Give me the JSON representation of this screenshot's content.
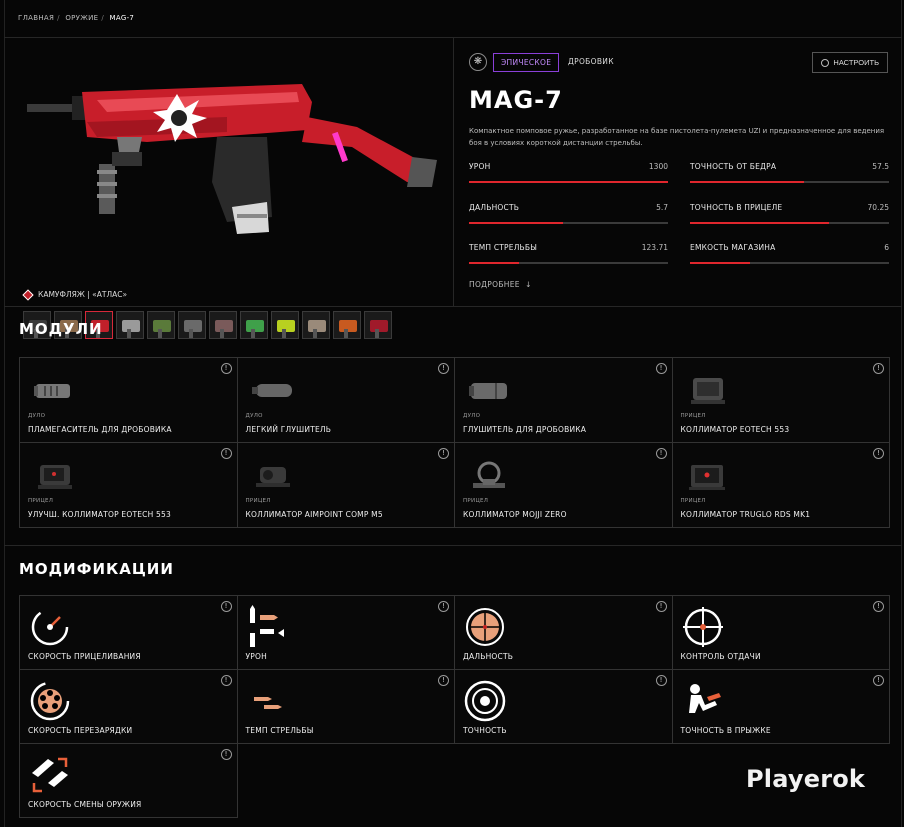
{
  "breadcrumb": [
    "ГЛАВНАЯ",
    "ОРУЖИЕ",
    "MAG-7"
  ],
  "weapon": {
    "rarity": "ЭПИЧЕСКОЕ",
    "class": "ДРОБОВИК",
    "configure_label": "НАСТРОИТЬ",
    "name": "MAG-7",
    "description": "Компактное помповое ружье, разработанное на базе пистолета-пулемета UZI и предназначенное для ведения боя в условиях короткой дистанции стрельбы.",
    "camo_label": "КАМУФЛЯЖ | «АТЛАС»",
    "more_label": "ПОДРОБНЕЕ",
    "stats": [
      {
        "label": "УРОН",
        "value": "1300",
        "fill": 1.0
      },
      {
        "label": "ТОЧНОСТЬ ОТ БЕДРА",
        "value": "57.5",
        "fill": 0.575
      },
      {
        "label": "ДАЛЬНОСТЬ",
        "value": "5.7",
        "fill": 0.47
      },
      {
        "label": "ТОЧНОСТЬ В ПРИЦЕЛЕ",
        "value": "70.25",
        "fill": 0.7
      },
      {
        "label": "ТЕМП СТРЕЛЬБЫ",
        "value": "123.71",
        "fill": 0.25
      },
      {
        "label": "ЕМКОСТЬ МАГАЗИНА",
        "value": "6",
        "fill": 0.3
      }
    ],
    "camos": [
      {
        "color": "#3a3a3a",
        "selected": false
      },
      {
        "color": "#8b6a4a",
        "selected": false
      },
      {
        "color": "#c0202a",
        "selected": true
      },
      {
        "color": "#9a9a9a",
        "selected": false
      },
      {
        "color": "#5a7a3a",
        "selected": false
      },
      {
        "color": "#6a6a6a",
        "selected": false
      },
      {
        "color": "#7a5a5a",
        "selected": false
      },
      {
        "color": "#3fa04a",
        "selected": false
      },
      {
        "color": "#b8d020",
        "selected": false
      },
      {
        "color": "#9a8a7a",
        "selected": false
      },
      {
        "color": "#c85a20",
        "selected": false
      },
      {
        "color": "#a01a2a",
        "selected": false
      }
    ]
  },
  "modules": {
    "title": "МОДУЛИ",
    "items": [
      {
        "category": "ДУЛО",
        "name": "ПЛАМЕГАСИТЕЛЬ ДЛЯ ДРОБОВИКА"
      },
      {
        "category": "ДУЛО",
        "name": "ЛЕГКИЙ ГЛУШИТЕЛЬ"
      },
      {
        "category": "ДУЛО",
        "name": "ГЛУШИТЕЛЬ ДЛЯ ДРОБОВИКА"
      },
      {
        "category": "ПРИЦЕЛ",
        "name": "КОЛЛИМАТОР EOTECH 553"
      },
      {
        "category": "ПРИЦЕЛ",
        "name": "УЛУЧШ. КОЛЛИМАТОР EOTECH 553"
      },
      {
        "category": "ПРИЦЕЛ",
        "name": "КОЛЛИМАТОР AIMPOINT COMP M5"
      },
      {
        "category": "ПРИЦЕЛ",
        "name": "КОЛЛИМАТОР MOJJI ZERO"
      },
      {
        "category": "ПРИЦЕЛ",
        "name": "КОЛЛИМАТОР TRUGLO RDS MK1"
      }
    ]
  },
  "upgrades": {
    "title": "МОДИФИКАЦИИ",
    "items": [
      {
        "name": "СКОРОСТЬ ПРИЦЕЛИВАНИЯ",
        "icon": "speedometer-icon"
      },
      {
        "name": "УРОН",
        "icon": "bullets-damage-icon"
      },
      {
        "name": "ДАЛЬНОСТЬ",
        "icon": "crosshair-range-icon"
      },
      {
        "name": "КОНТРОЛЬ ОТДАЧИ",
        "icon": "crosshair-recoil-icon"
      },
      {
        "name": "СКОРОСТЬ ПЕРЕЗАРЯДКИ",
        "icon": "revolver-cylinder-icon"
      },
      {
        "name": "ТЕМП СТРЕЛЬБЫ",
        "icon": "bullets-fire-rate-icon"
      },
      {
        "name": "ТОЧНОСТЬ",
        "icon": "target-accuracy-icon"
      },
      {
        "name": "ТОЧНОСТЬ В ПРЫЖКЕ",
        "icon": "jumping-soldier-icon"
      },
      {
        "name": "СКОРОСТЬ СМЕНЫ ОРУЖИЯ",
        "icon": "weapon-swap-icon"
      }
    ]
  },
  "watermark": "Playerok"
}
